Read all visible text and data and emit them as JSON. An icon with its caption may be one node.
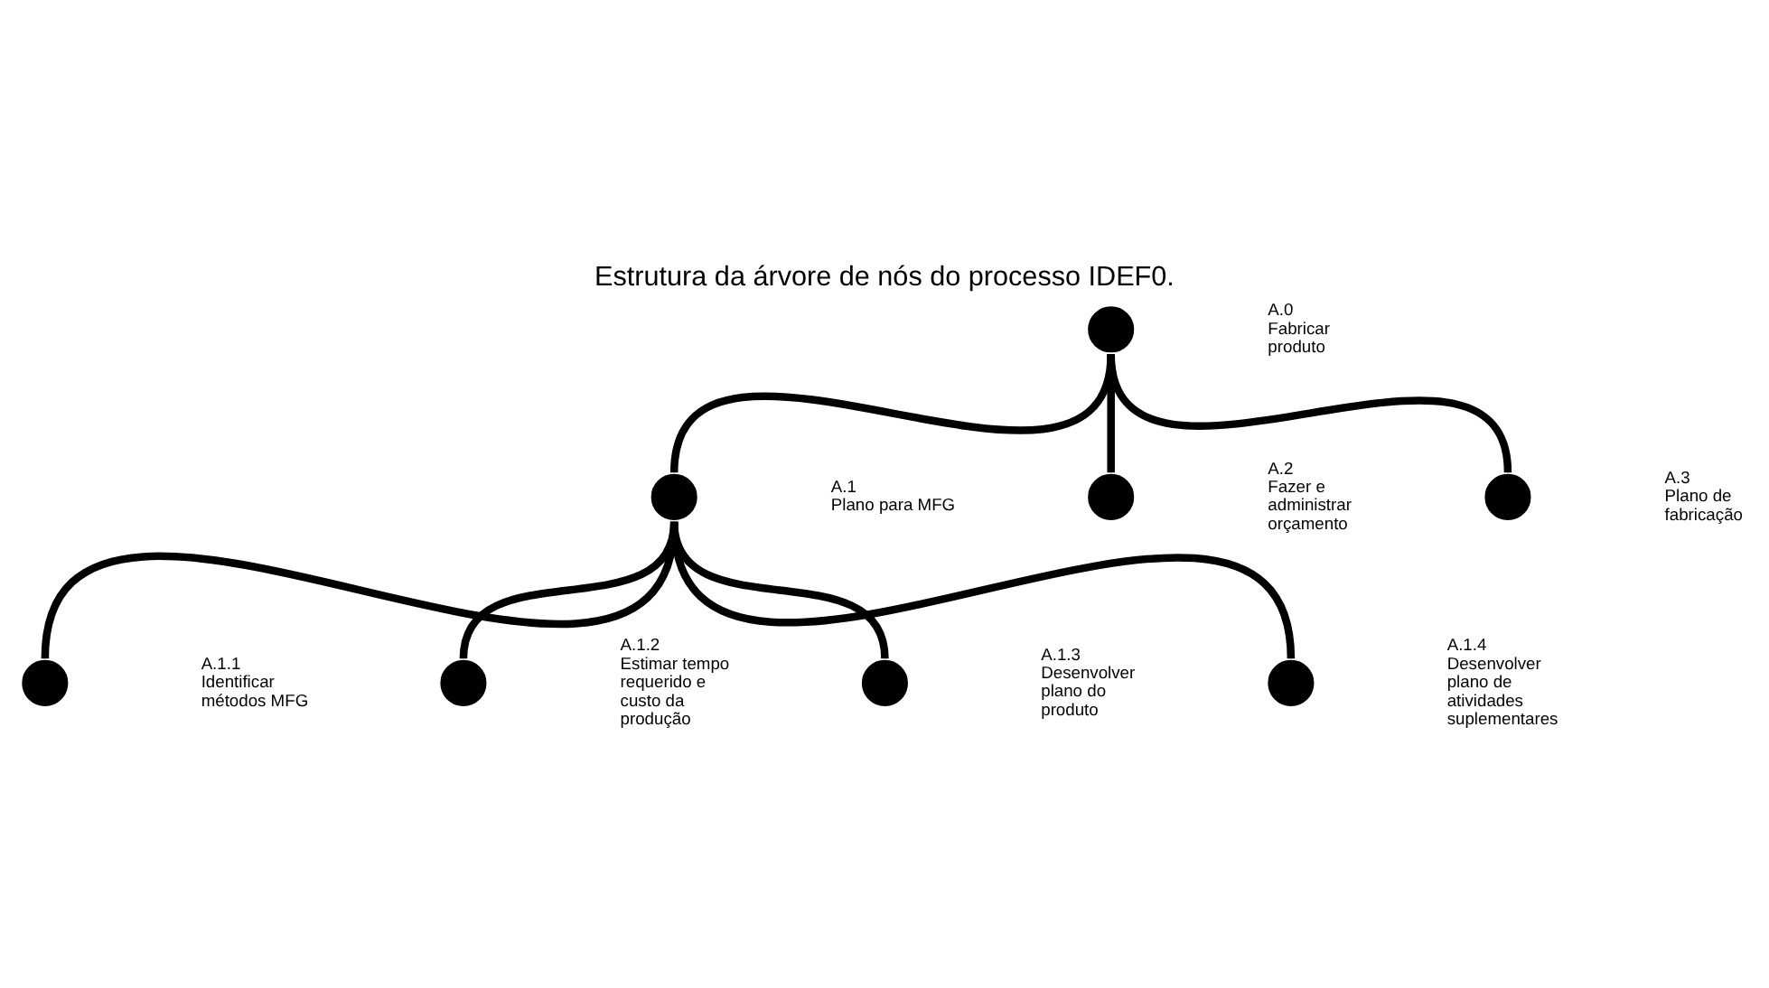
{
  "diagram": {
    "title": "Estrutura da árvore de nós do processo IDEF0.",
    "nodes": [
      {
        "text": [],
        "shape": "circle",
        "beside": [
          "A.0",
          "Fabricar produto"
        ]
      },
      {
        "text": [],
        "shape": "circle",
        "beside": [
          "A.1",
          "Plano para MFG"
        ]
      },
      {
        "text": [],
        "shape": "circle",
        "beside": [
          "A.2",
          "Fazer e administrar orçamento"
        ]
      },
      {
        "text": [],
        "shape": "circle",
        "beside": [
          "A.3",
          "Plano de fabricação"
        ]
      },
      {
        "text": [],
        "shape": "circle",
        "beside": [
          "A.1.1",
          "Identificar métodos MFG"
        ]
      },
      {
        "text": [],
        "shape": "circle",
        "beside": [
          "A.1.2",
          "Estimar tempo requerido e custo da produção"
        ]
      },
      {
        "text": [],
        "shape": "circle",
        "beside": [
          "A.1.3",
          "Desenvolver plano do produto"
        ]
      },
      {
        "text": [],
        "shape": "circle",
        "beside": [
          "A.1.4",
          "Desenvolver plano de atividades suplementares"
        ]
      }
    ],
    "edges": [
      {
        "from": 0,
        "to": 1,
        "arrow": "none"
      },
      {
        "from": 0,
        "to": 2,
        "arrow": "none"
      },
      {
        "from": 0,
        "to": 3,
        "arrow": "none"
      },
      {
        "from": 1,
        "to": 4,
        "arrow": "none"
      },
      {
        "from": 1,
        "to": 5,
        "arrow": "none"
      },
      {
        "from": 1,
        "to": 6,
        "arrow": "none"
      },
      {
        "from": 1,
        "to": 7,
        "arrow": "none"
      }
    ]
  }
}
